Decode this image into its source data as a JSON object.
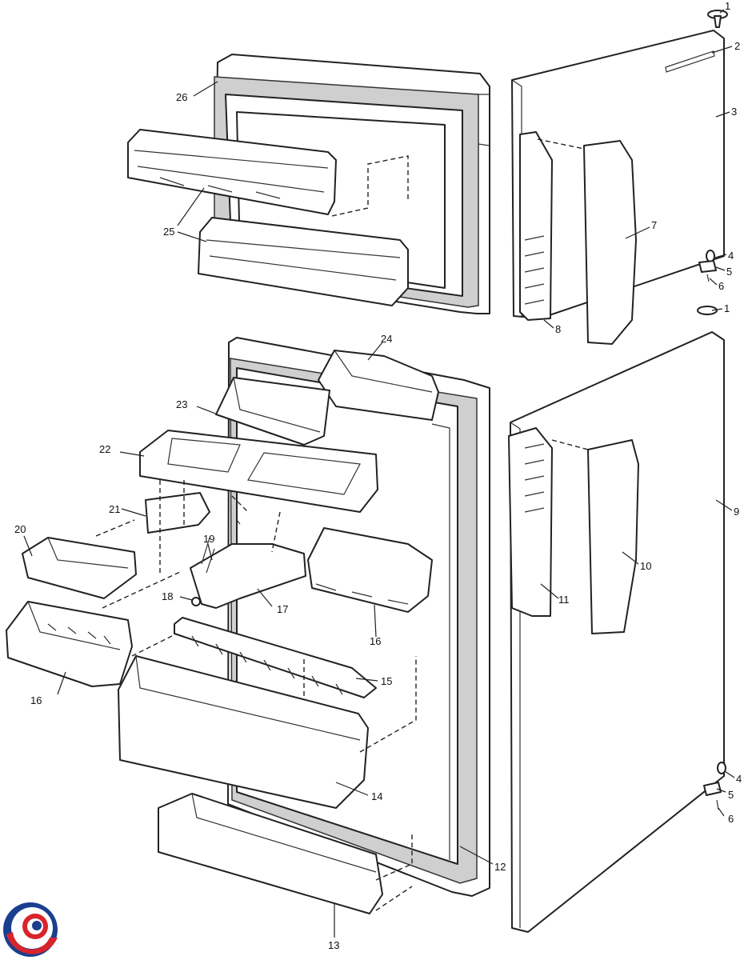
{
  "callouts": [
    {
      "id": "c1a",
      "text": "1"
    },
    {
      "id": "c2",
      "text": "2"
    },
    {
      "id": "c3",
      "text": "3"
    },
    {
      "id": "c4a",
      "text": "4"
    },
    {
      "id": "c5a",
      "text": "5"
    },
    {
      "id": "c6a",
      "text": "6"
    },
    {
      "id": "c7",
      "text": "7"
    },
    {
      "id": "c8",
      "text": "8"
    },
    {
      "id": "c1b",
      "text": "1"
    },
    {
      "id": "c9",
      "text": "9"
    },
    {
      "id": "c10",
      "text": "10"
    },
    {
      "id": "c11",
      "text": "11"
    },
    {
      "id": "c4b",
      "text": "4"
    },
    {
      "id": "c5b",
      "text": "5"
    },
    {
      "id": "c6b",
      "text": "6"
    },
    {
      "id": "c12",
      "text": "12"
    },
    {
      "id": "c13",
      "text": "13"
    },
    {
      "id": "c14",
      "text": "14"
    },
    {
      "id": "c15",
      "text": "15"
    },
    {
      "id": "c16a",
      "text": "16"
    },
    {
      "id": "c16b",
      "text": "16"
    },
    {
      "id": "c17",
      "text": "17"
    },
    {
      "id": "c18",
      "text": "18"
    },
    {
      "id": "c19",
      "text": "19"
    },
    {
      "id": "c20",
      "text": "20"
    },
    {
      "id": "c21",
      "text": "21"
    },
    {
      "id": "c22",
      "text": "22"
    },
    {
      "id": "c23",
      "text": "23"
    },
    {
      "id": "c24",
      "text": "24"
    },
    {
      "id": "c25",
      "text": "25"
    },
    {
      "id": "c26",
      "text": "26"
    }
  ],
  "brand": {
    "logo_icon": "swirl-logo-icon",
    "colors": [
      "#1b3f8f",
      "#d8242a"
    ]
  }
}
